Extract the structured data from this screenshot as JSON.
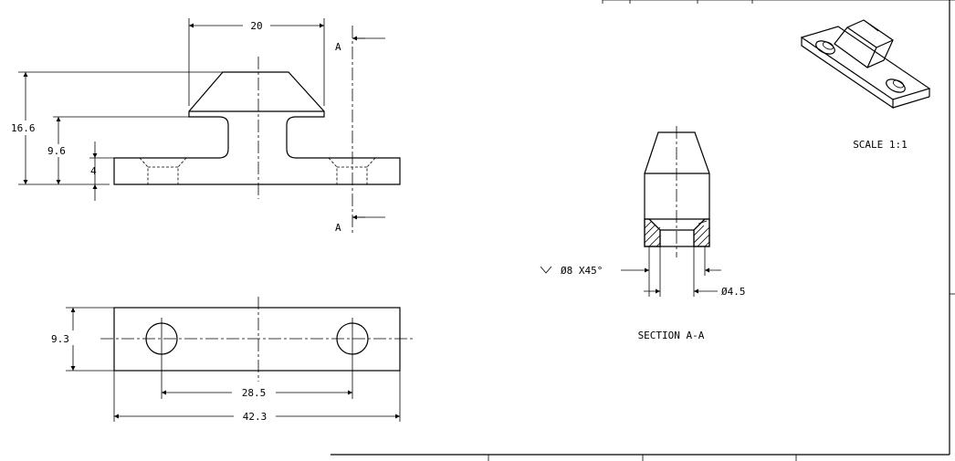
{
  "dimensions": {
    "top_width": "20",
    "overall_height": "16.6",
    "neck_height": "9.6",
    "base_thickness": "4",
    "base_depth": "9.3",
    "hole_spacing": "28.5",
    "overall_length": "42.3",
    "countersink_note": "Ø8 X45°",
    "hole_diameter": "Ø4.5"
  },
  "section": {
    "cut_letter": "A",
    "caption": "SECTION A-A"
  },
  "iso_view": {
    "scale_label": "SCALE 1:1"
  }
}
